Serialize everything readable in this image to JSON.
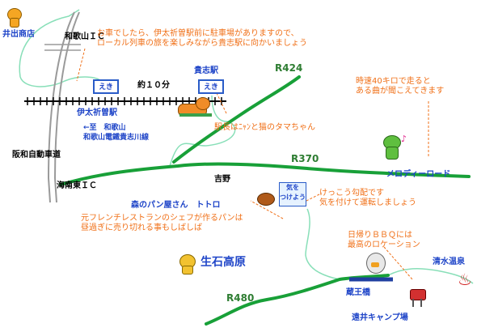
{
  "labels": {
    "shop": "井出商店",
    "ic_wakayama": "和歌山ＩＣ",
    "ic_kainan_higashi": "海南東ＩＣ",
    "expressway": "阪和自動車道",
    "stn_idakiso": "伊太祈曽駅",
    "stn_kishi": "貴志駅",
    "eki_sign": "えき",
    "travel_time": "約１０分",
    "to_wakayama": "←至　和歌山",
    "wakayama_line": "和歌山電鐵貴志川線",
    "yoshino": "吉野",
    "bakery": "森のパン屋さん　トトロ",
    "ikoishi": "生石高原",
    "zao_bridge": "蔵王橋",
    "shimizu_onsen": "清水温泉",
    "camp": "遠井キャンプ場",
    "melody_road": "メロディーロード",
    "kiwotsukeyou": "気を\nつけよう"
  },
  "roads": {
    "r424": "R424",
    "r370": "R370",
    "r480": "R480"
  },
  "notes": {
    "parking": "お車でしたら、伊太祈曽駅前に駐車場がありますので、\nローカル列車の旅を楽しみながら貴志駅に向かいましょう",
    "stationmaster": "駅長はﾆｬﾝと猫のタマちゃん",
    "melody": "時速40キロで走ると\nある曲が聞こえてきます",
    "steep": "けっこう勾配です\n気を付けて運転しましょう",
    "bread": "元フレンチレストランのシェフが作るパンは\n昼過ぎに売り切れる事もしばしば",
    "bbq": "日帰りＢＢＱには\n最高のロケーション"
  },
  "colors": {
    "main_road": "#18a038",
    "light_road": "#88dfb8",
    "expressway": "#9a9a9a",
    "note": "#f07018",
    "place": "#1f45c8"
  },
  "icons": [
    "dog-mascot-icon",
    "cat-mascot-icon",
    "frog-music-icon",
    "bread-icon",
    "deer-mascot-icon",
    "owl-mascot-icon",
    "bbq-grill-icon",
    "hot-spring-icon"
  ]
}
